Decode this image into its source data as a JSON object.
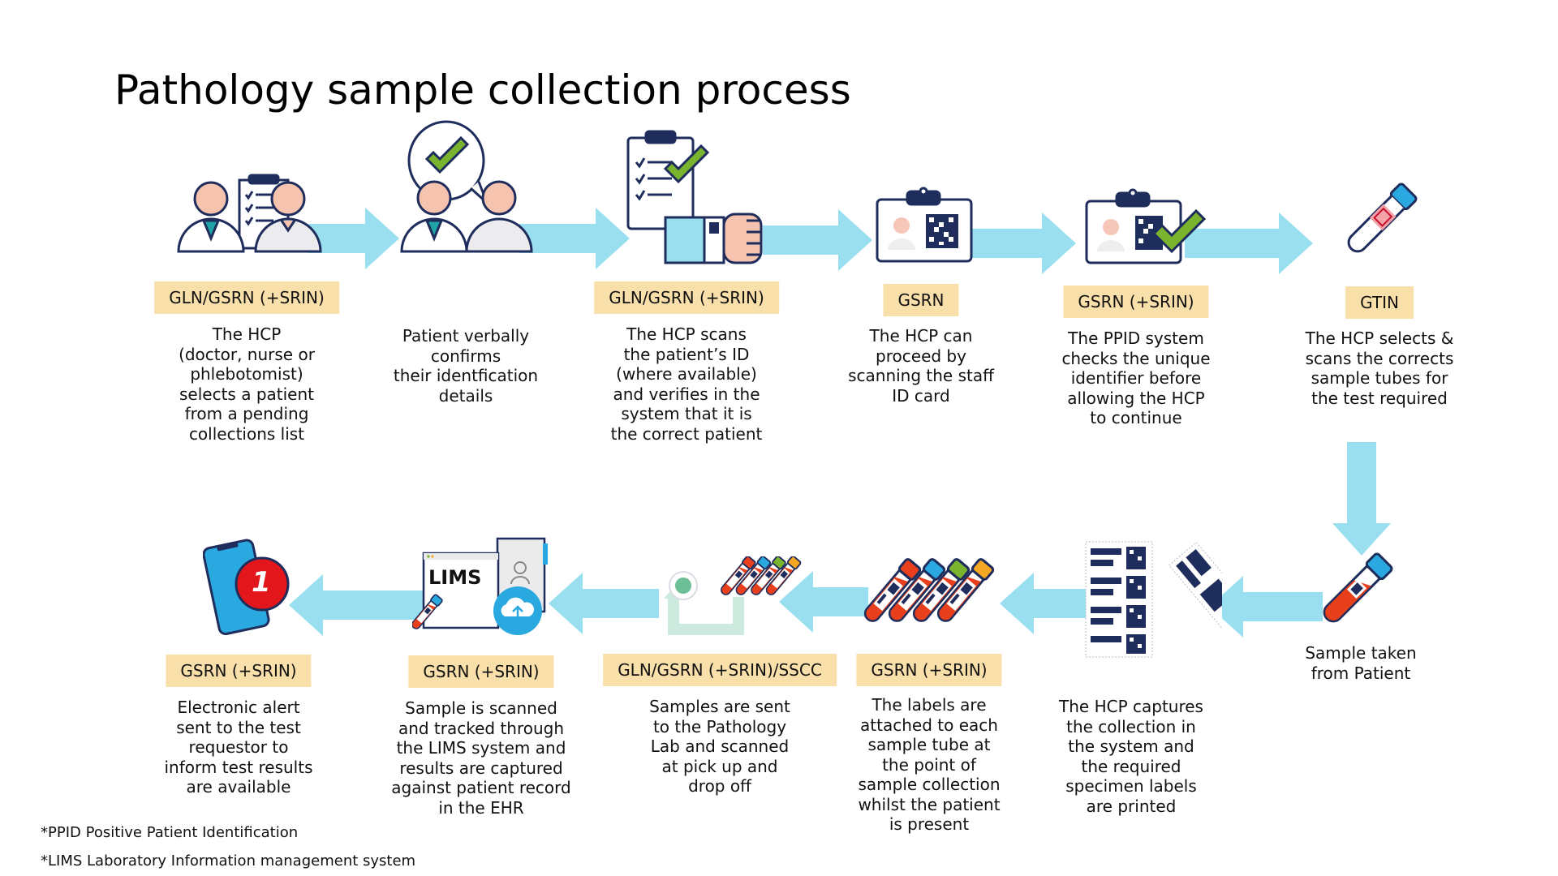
{
  "title": "Pathology sample collection process",
  "colors": {
    "navy": "#1f2d5c",
    "arrow": "#99dff0",
    "tag_bg": "#f9dfa9",
    "skin": "#f5c3ae",
    "check_green": "#7ab32e",
    "blood_red": "#e8401c",
    "cap_blue": "#29a9e0",
    "badge_red": "#e3171b"
  },
  "steps": [
    {
      "id": 1,
      "icon": "hcp-patient-clipboard-icon",
      "tag": "GLN/GSRN (+SRIN)",
      "text": "The HCP\n(doctor, nurse or\nphlebotomist)\nselects a patient\nfrom a pending\ncollections list"
    },
    {
      "id": 2,
      "icon": "verbal-confirmation-icon",
      "tag": "",
      "text": "Patient verbally\nconfirms\ntheir identfication\ndetails"
    },
    {
      "id": 3,
      "icon": "clipboard-wristband-scan-icon",
      "tag": "GLN/GSRN (+SRIN)",
      "text": "The HCP scans\nthe patient’s ID\n(where available)\nand verifies in the\nsystem that it is\nthe correct patient"
    },
    {
      "id": 4,
      "icon": "staff-id-card-icon",
      "tag": "GSRN",
      "text": "The HCP can\nproceed by\nscanning the staff\nID card"
    },
    {
      "id": 5,
      "icon": "id-card-verified-icon",
      "tag": "GSRN (+SRIN)",
      "text": "The PPID system\nchecks the unique\nidentifier before\nallowing the HCP\nto continue"
    },
    {
      "id": 6,
      "icon": "sample-tube-scan-icon",
      "tag": "GTIN",
      "text": "The HCP selects &\nscans the corrects\nsample tubes for\nthe test required"
    },
    {
      "id": 7,
      "icon": "blood-sample-tube-icon",
      "tag": "",
      "text": "Sample taken\nfrom Patient"
    },
    {
      "id": 8,
      "icon": "printed-labels-icon",
      "tag": "",
      "text": "The HCP captures\nthe  collection in\nthe system and\nthe required\nspecimen labels\nare printed"
    },
    {
      "id": 9,
      "icon": "labelled-tubes-icon",
      "tag": "GSRN (+SRIN)",
      "text": "The labels are\nattached to each\nsample tube at\nthe point of\nsample collection\nwhilst the patient\nis present"
    },
    {
      "id": 10,
      "icon": "pickup-dropoff-icon",
      "tag": "GLN/GSRN (+SRIN)/SSCC",
      "text": "Samples are sent\nto the Pathology\nLab and scanned\nat pick up and\ndrop off"
    },
    {
      "id": 11,
      "icon": "lims-upload-icon",
      "tag": "GSRN (+SRIN)",
      "lims_label": "LIMS",
      "text": "Sample is scanned\nand tracked through\nthe LIMS system and\nresults are captured\nagainst patient record\nin the EHR"
    },
    {
      "id": 12,
      "icon": "phone-alert-icon",
      "tag": "GSRN (+SRIN)",
      "badge": "1",
      "text": "Electronic alert\nsent to the test\nrequestor to\ninform test results\nare available"
    }
  ],
  "footnotes": [
    "*PPID Positive Patient Identification",
    "*LIMS Laboratory Information management system"
  ]
}
